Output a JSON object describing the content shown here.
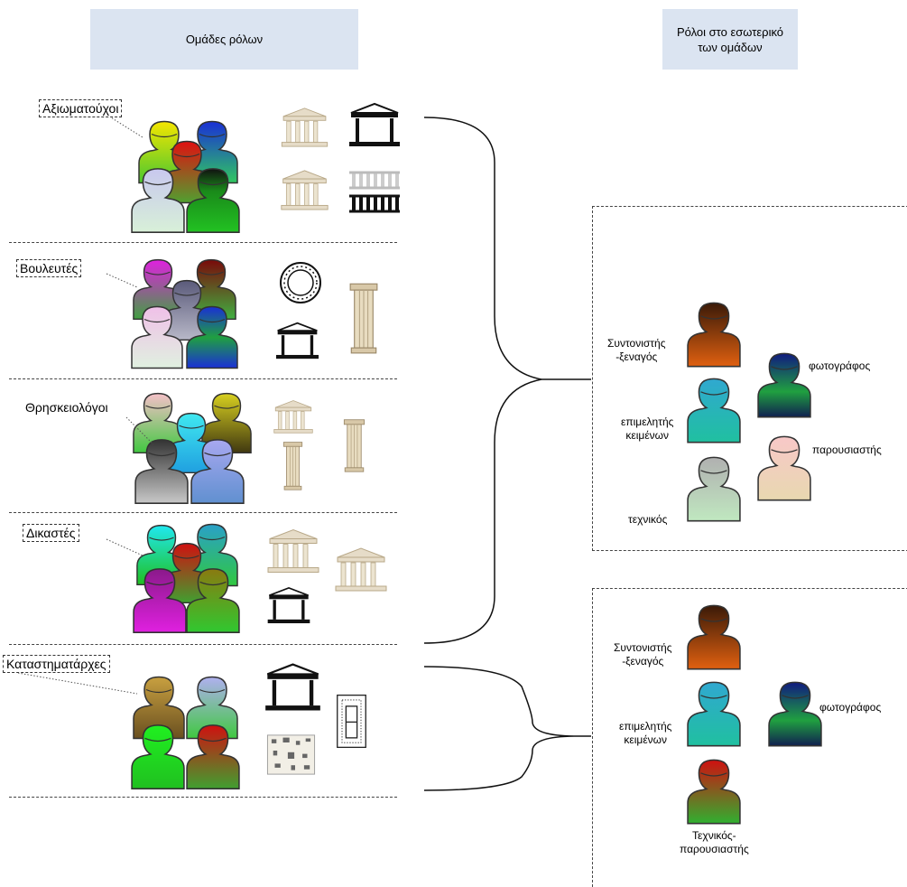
{
  "header": {
    "left_title": "Ομάδες ρόλων",
    "right_title_line1": "Ρόλοι στο εσωτερικό",
    "right_title_line2": "των ομάδων"
  },
  "groups": [
    {
      "label": "Αξιωματούχοι"
    },
    {
      "label": "Βουλευτές"
    },
    {
      "label": "Θρησκειολόγοι"
    },
    {
      "label": "Δικαστές"
    },
    {
      "label": "Καταστηματάρχες"
    }
  ],
  "roles_panel_1": {
    "coordinator_line1": "Συντονιστής",
    "coordinator_line2": "-ξεναγός",
    "photographer": "φωτογράφος",
    "editor_line1": "επιμελητής",
    "editor_line2": "κειμένων",
    "presenter": "παρουσιαστής",
    "technician": "τεχνικός"
  },
  "roles_panel_2": {
    "coordinator_line1": "Συντονιστής",
    "coordinator_line2": "-ξεναγός",
    "photographer": "φωτογράφος",
    "editor_line1": "επιμελητής",
    "editor_line2": "κειμένων",
    "tech_presenter_line1": "Τεχνικός-",
    "tech_presenter_line2": "παρουσιαστής"
  },
  "colors": {
    "header_bg": "#dbe4f1",
    "yellow": "#f5e600",
    "blue": "#1a2fd6",
    "red": "#e01010",
    "lavender": "#c8c8ee",
    "black": "#111111",
    "green": "#22c222",
    "magenta": "#e020e0",
    "maroon": "#7a0a0a",
    "slate": "#6a6a8a",
    "pink": "#f5c0c8",
    "cyan": "#20d8e0",
    "teal": "#2aa0c8",
    "olive": "#8a7a10",
    "gold": "#c8a040",
    "brown": "#8a3a10",
    "navy": "#101a80",
    "gray": "#b0b0b0"
  },
  "icons": [
    "person-icon",
    "temple-icon",
    "column-icon",
    "round-tholos-icon",
    "floor-plan-icon",
    "curly-brace"
  ]
}
